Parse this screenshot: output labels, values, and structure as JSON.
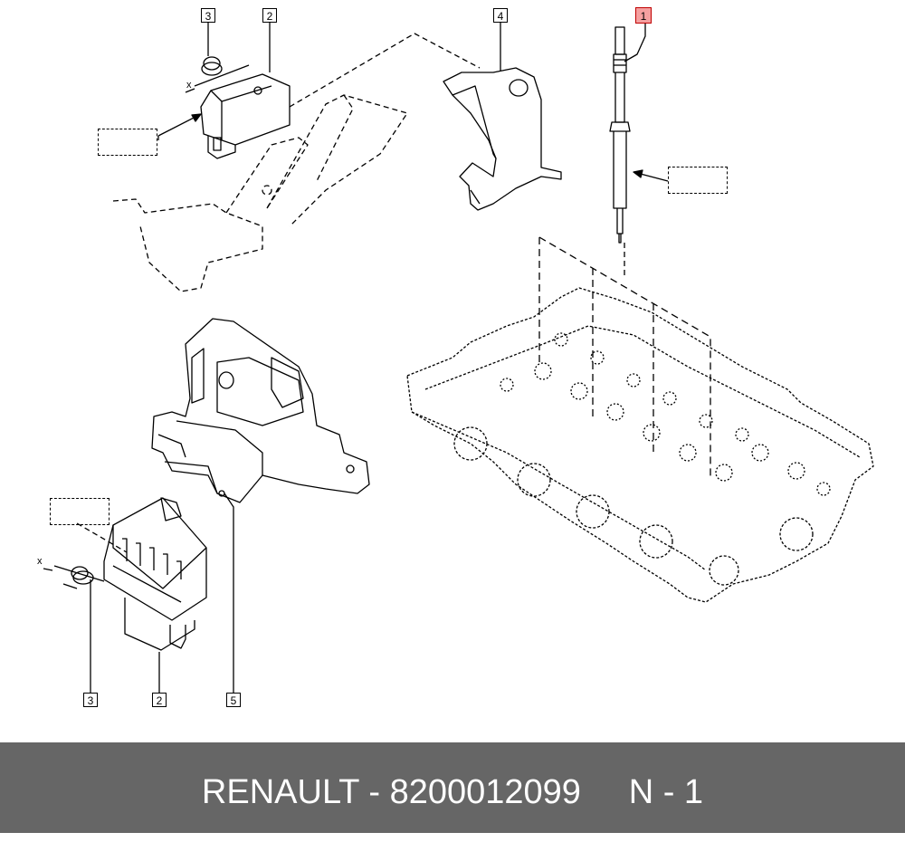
{
  "diagram": {
    "callouts": {
      "c1": "1",
      "c2_top": "2",
      "c3_top": "3",
      "c4": "4",
      "c2_bottom": "2",
      "c3_bottom": "3",
      "c5": "5"
    },
    "axis_labels": {
      "x_top": "x",
      "x_bottom": "x"
    },
    "highlight_color": "#f4a0a0"
  },
  "footer": {
    "brand": "RENAULT",
    "separator": " - ",
    "part_number": "8200012099",
    "gap": "     ",
    "item_ref": "N - 1",
    "background": "#666666"
  }
}
